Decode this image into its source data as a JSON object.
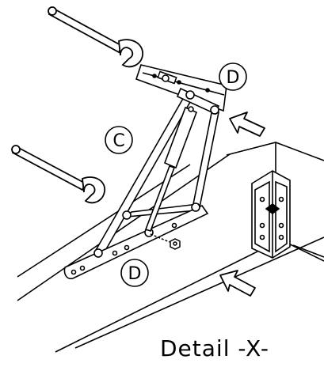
{
  "labels": {
    "d_upper": "D",
    "c": "C",
    "d_lower": "D"
  },
  "caption": "Detail -X-",
  "icons": [
    "wrench-icon",
    "arrow-icon",
    "gas-spring-icon",
    "hinge-arm-icon",
    "corner-bracket-icon",
    "nut-icon"
  ],
  "colors": {
    "line": "#000000",
    "background": "#ffffff"
  }
}
